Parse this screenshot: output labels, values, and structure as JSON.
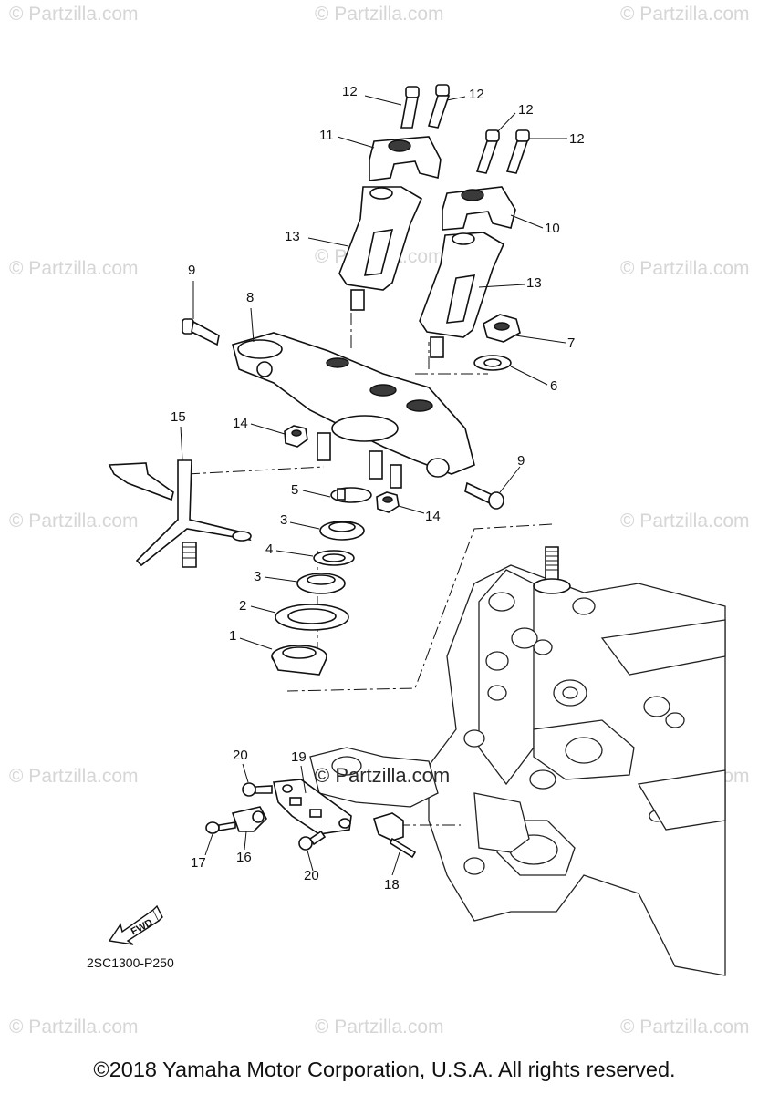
{
  "watermark": "© Partzilla.com",
  "center_watermark": "© Partzilla.com",
  "callouts": {
    "c1": "1",
    "c2": "2",
    "c3a": "3",
    "c3b": "3",
    "c4": "4",
    "c5": "5",
    "c6": "6",
    "c7": "7",
    "c8": "8",
    "c9a": "9",
    "c9b": "9",
    "c10": "10",
    "c11": "11",
    "c12a": "12",
    "c12b": "12",
    "c12c": "12",
    "c12d": "12",
    "c13a": "13",
    "c13b": "13",
    "c14a": "14",
    "c14b": "14",
    "c15": "15",
    "c16": "16",
    "c17": "17",
    "c18": "18",
    "c19": "19",
    "c20a": "20",
    "c20b": "20"
  },
  "fwd_label": "FWD",
  "diagram_code": "2SC1300-P250",
  "copyright": "©2018 Yamaha Motor Corporation, U.S.A. All rights reserved."
}
